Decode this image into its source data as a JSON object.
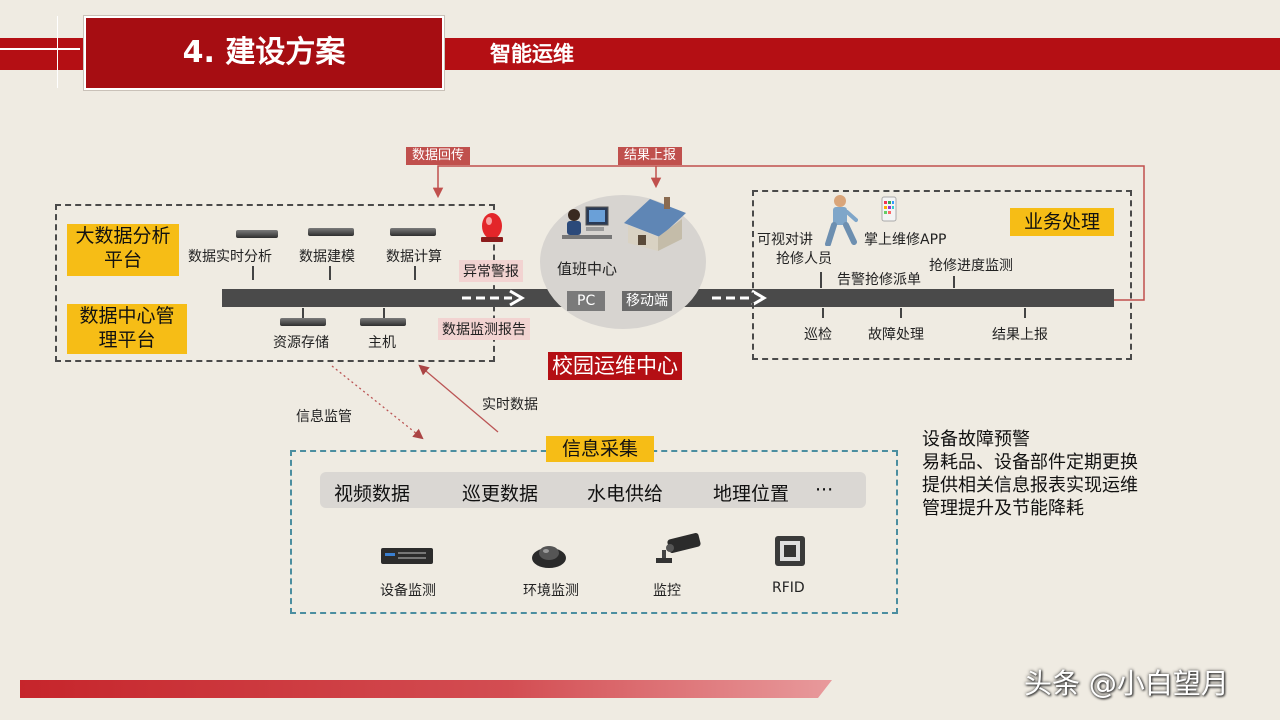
{
  "header": {
    "title": "4. 建设方案",
    "subtitle": "智能运维"
  },
  "feedback": {
    "data_return": "数据回传",
    "result_report": "结果上报"
  },
  "left_platform": {
    "big_data": "大数据分析\n平台",
    "data_center": "数据中心管\n理平台",
    "top_items": [
      "数据实时分析",
      "数据建模",
      "数据计算"
    ],
    "bottom_items": [
      "资源存储",
      "主机"
    ],
    "alarm": "异常警报",
    "monitor_report": "数据监测报告"
  },
  "center": {
    "duty_center": "值班中心",
    "pc": "PC",
    "mobile": "移动端",
    "title": "校园运维中心"
  },
  "business": {
    "title": "业务处理",
    "top_items": [
      "可视对讲",
      "抢修人员",
      "掌上维修APP",
      "告警抢修派单",
      "抢修进度监测"
    ],
    "bottom_items": [
      "巡检",
      "故障处理",
      "结果上报"
    ]
  },
  "links": {
    "info_monitor": "信息监管",
    "realtime_data": "实时数据"
  },
  "collection": {
    "title": "信息采集",
    "categories": [
      "视频数据",
      "巡更数据",
      "水电供给",
      "地理位置",
      "···"
    ],
    "devices": [
      "设备监测",
      "环境监测",
      "监控",
      "RFID"
    ]
  },
  "side_notes": [
    "设备故障预警",
    "易耗品、设备部件定期更换",
    "提供相关信息报表实现运维",
    "管理提升及节能降耗"
  ],
  "watermark": "头条 @小白望月",
  "colors": {
    "brand_red": "#b40f14",
    "label_yellow": "#f6bd16",
    "arrow_red": "#c0504d",
    "bar_gray": "#4a4a4a"
  },
  "icons": [
    "server-icon",
    "siren-icon",
    "operator-desk-icon",
    "house-icon",
    "repairman-icon",
    "phone-app-icon",
    "camera-icon",
    "rfid-icon",
    "speaker-icon"
  ]
}
